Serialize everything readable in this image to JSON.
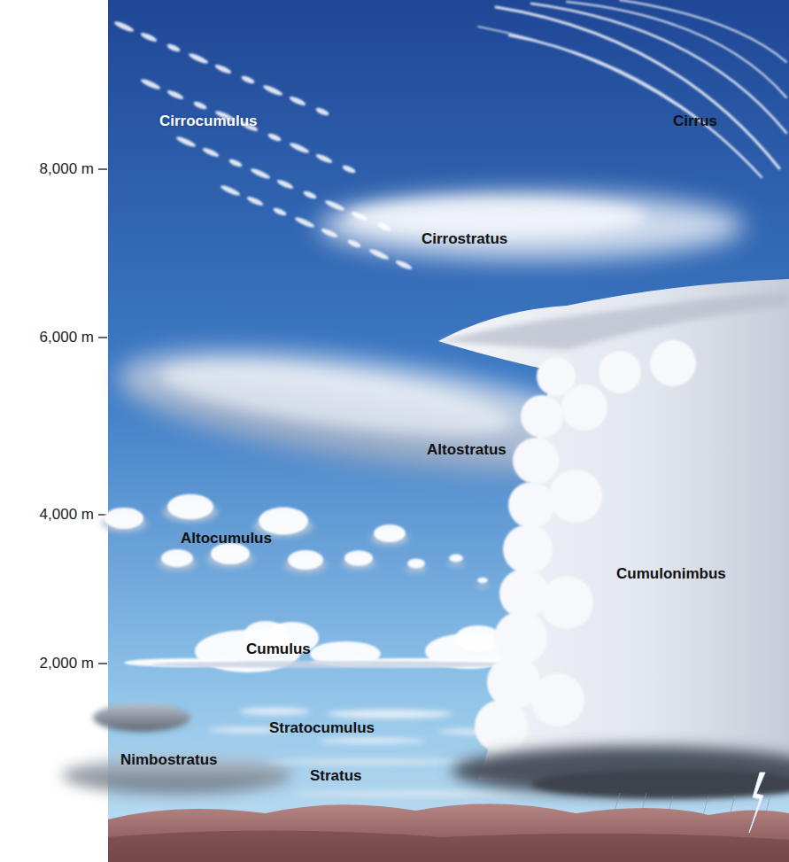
{
  "diagram": {
    "labels": [
      "Cirrocumulus",
      "Cirrus",
      "8,000 m",
      "Cirrostratus",
      "6,000 m",
      "Altostratus",
      "4,000 m",
      "Altocumulus",
      "Cumulonimbus",
      "2,000 m",
      "Cumulus",
      "Stratocumulus",
      "Nimbostratus",
      "Stratus"
    ]
  }
}
